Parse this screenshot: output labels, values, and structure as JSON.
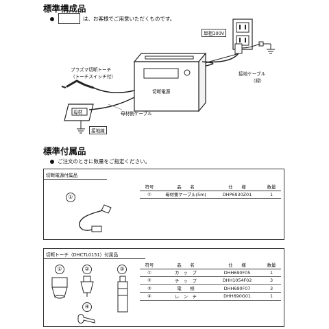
{
  "section1": {
    "title": "標準構成品",
    "note": "は、お客様でご用意いただくものです。",
    "diagram": {
      "power_label": "単相100V",
      "ground_cable_label": "接地ケーブル",
      "ground_cable_sub": "（緑）",
      "unit_label": "切断電源",
      "torch_label_1": "プラズマ切断トーチ",
      "torch_label_2": "（トーチスイッチ付）",
      "base_cable_label": "母材側ケーブル",
      "base_material_label": "母材",
      "ground_wire_label": "接地線"
    }
  },
  "section2": {
    "title": "標準付属品",
    "note": "ご注文のときに数量をご指定ください。"
  },
  "power_accessories": {
    "box_title": "切断電源付属品",
    "item_marker": "①",
    "headers": [
      "符号",
      "品　　名",
      "仕　　様",
      "数量"
    ],
    "rows": [
      [
        "①",
        "母材側ケーブル(5m)",
        "DHP6930Z01",
        "1"
      ]
    ]
  },
  "torch_accessories": {
    "box_title": "切断トーチ（DHCTL0151）付属品",
    "item_markers": [
      "①",
      "②",
      "③",
      "④"
    ],
    "headers": [
      "符号",
      "品　　名",
      "仕　　様",
      "数量"
    ],
    "rows": [
      [
        "①",
        "カ　ッ　プ",
        "DHH690F05",
        "1"
      ],
      [
        "②",
        "チ　ッ　プ",
        "DHH1054F02",
        "3"
      ],
      [
        "③",
        "電　　極",
        "DHH690F07",
        "3"
      ],
      [
        "④",
        "レ　ン　チ",
        "DHH690G01",
        "1"
      ]
    ]
  }
}
